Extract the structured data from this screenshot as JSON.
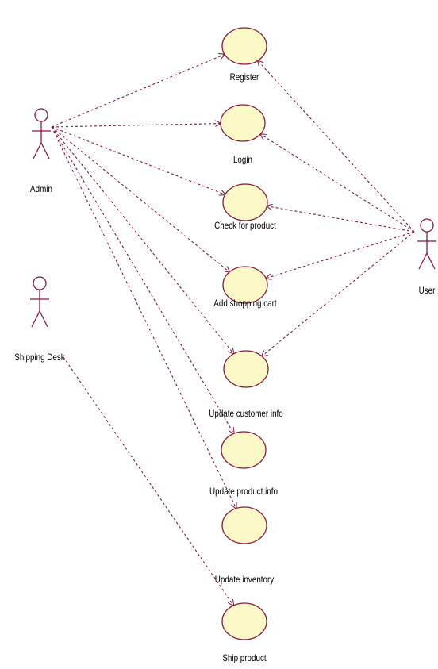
{
  "diagram": {
    "type": "use-case",
    "colors": {
      "line": "#8b1a3c",
      "ellipse_fill": "#fdf8c8",
      "ellipse_stroke": "#8b1a3c",
      "text": "#000000"
    },
    "actors": [
      {
        "id": "admin",
        "label": "Admin"
      },
      {
        "id": "shipping",
        "label": "Shipping Desk"
      },
      {
        "id": "user",
        "label": "User"
      }
    ],
    "use_cases": [
      {
        "id": "register",
        "label": "Register"
      },
      {
        "id": "login",
        "label": "Login"
      },
      {
        "id": "check",
        "label": "Check for product"
      },
      {
        "id": "cart",
        "label": "Add shopping cart"
      },
      {
        "id": "cust",
        "label": "Update customer info"
      },
      {
        "id": "prod",
        "label": "Update product info"
      },
      {
        "id": "inv",
        "label": "Update inventory"
      },
      {
        "id": "ship",
        "label": "Ship product"
      }
    ],
    "associations": [
      {
        "from": "admin",
        "to": "register"
      },
      {
        "from": "admin",
        "to": "login"
      },
      {
        "from": "admin",
        "to": "check"
      },
      {
        "from": "admin",
        "to": "cart"
      },
      {
        "from": "admin",
        "to": "cust"
      },
      {
        "from": "admin",
        "to": "prod"
      },
      {
        "from": "admin",
        "to": "inv"
      },
      {
        "from": "shipping",
        "to": "ship"
      },
      {
        "from": "user",
        "to": "register"
      },
      {
        "from": "user",
        "to": "login"
      },
      {
        "from": "user",
        "to": "check"
      },
      {
        "from": "user",
        "to": "cart"
      },
      {
        "from": "user",
        "to": "cust"
      }
    ]
  }
}
